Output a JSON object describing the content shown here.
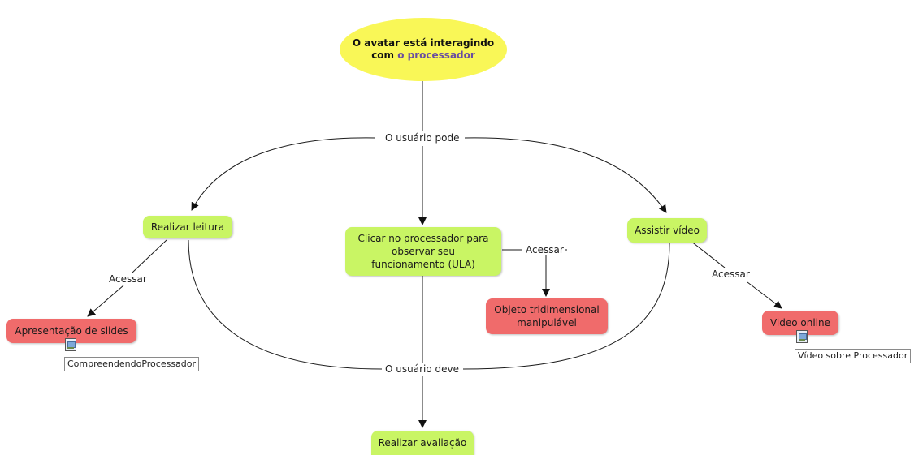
{
  "diagram": {
    "root": {
      "line1": "O avatar está interagindo",
      "line2_prefix": "com ",
      "line2_highlight": "o processador"
    },
    "links": {
      "pode": "O usuário pode",
      "deve": "O usuário deve",
      "acessar_left": "Acessar",
      "acessar_center": "Acessar",
      "acessar_right": "Acessar"
    },
    "nodes": {
      "leitura": "Realizar leitura",
      "clicar": "Clicar no processador para observar seu funcionamento (ULA)",
      "video": "Assistir vídeo",
      "slides": "Apresentação de slides",
      "objeto": "Objeto tridimensional manipulável",
      "video_online": "Video online",
      "avaliacao": "Realizar avaliação"
    },
    "attachments": {
      "slides": {
        "icon": "resource-file-icon",
        "tooltip": "CompreendendoProcessador"
      },
      "video_online": {
        "icon": "resource-file-icon",
        "tooltip": "Vídeo sobre Processador"
      }
    },
    "colors": {
      "root": "#f9f757",
      "concept": "#c9f564",
      "resource": "#f06b6b",
      "line": "#1a1a1a"
    }
  }
}
